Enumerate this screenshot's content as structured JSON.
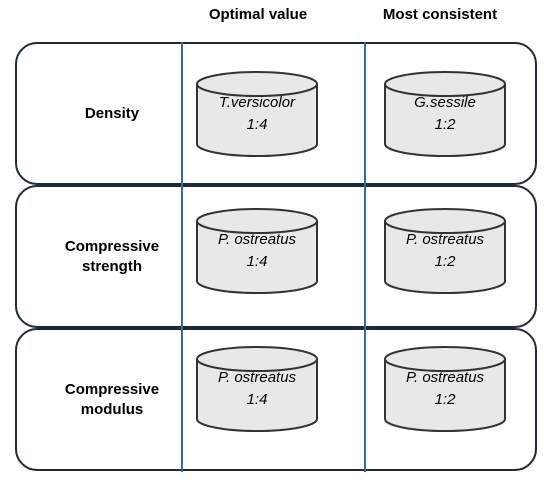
{
  "headers": {
    "optimal": "Optimal value",
    "consistent": "Most consistent"
  },
  "rows": [
    {
      "label_lines": [
        "Density"
      ],
      "optimal": {
        "species": "T.versicolor",
        "ratio": "1:4"
      },
      "consistent": {
        "species": "G.sessile",
        "ratio": "1:2"
      }
    },
    {
      "label_lines": [
        "Compressive",
        "strength"
      ],
      "optimal": {
        "species": "P. ostreatus",
        "ratio": "1:4"
      },
      "consistent": {
        "species": "P. ostreatus",
        "ratio": "1:2"
      }
    },
    {
      "label_lines": [
        "Compressive",
        "modulus"
      ],
      "optimal": {
        "species": "P. ostreatus",
        "ratio": "1:4"
      },
      "consistent": {
        "species": "P. ostreatus",
        "ratio": "1:2"
      }
    }
  ],
  "colors": {
    "divider": "#2e6e9e",
    "border": "#1f2a36",
    "cylinder_fill": "#e8e8e8",
    "cylinder_stroke": "#333333"
  }
}
